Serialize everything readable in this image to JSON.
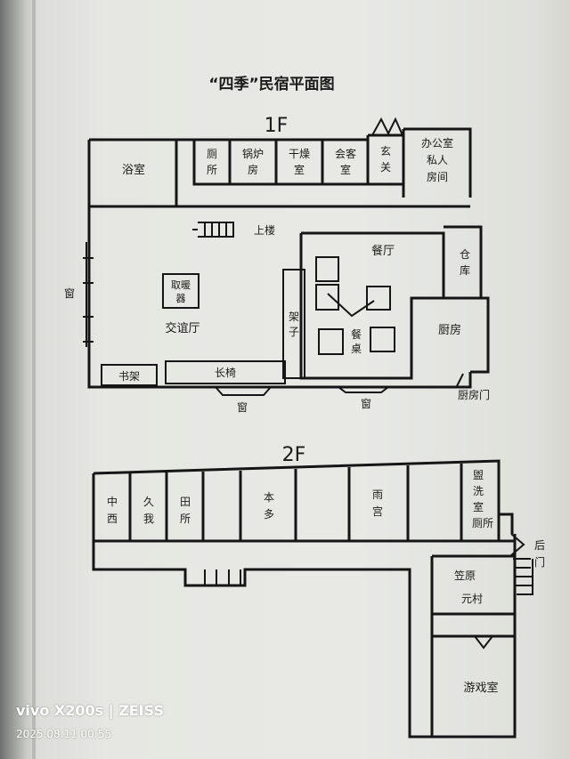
{
  "title": "“四季”民宿平面图",
  "floor1": {
    "label": "1F",
    "rooms": {
      "bath": "浴室",
      "toilet": [
        "厕",
        "所"
      ],
      "boiler": [
        "锅炉",
        "房"
      ],
      "dry": [
        "干燥",
        "室"
      ],
      "guest": [
        "会客",
        "室"
      ],
      "entry": [
        "玄",
        "关"
      ],
      "office": [
        "办公室",
        "私人",
        "房间"
      ],
      "upstairs": "上楼",
      "heater": [
        "取暖",
        "器"
      ],
      "lounge": "交谊厅",
      "window_left": "窗",
      "bookshelf": "书架",
      "bench": "长椅",
      "shelf": [
        "架",
        "子"
      ],
      "dining": "餐厅",
      "table": [
        "餐",
        "桌"
      ],
      "storage": [
        "仓",
        "库"
      ],
      "kitchen": "厨房",
      "window_b1": "窗",
      "window_b2": "窗",
      "kitchen_door": "厨房门"
    }
  },
  "floor2": {
    "label": "2F",
    "rooms": [
      [
        "中",
        "西"
      ],
      [
        "久",
        "我"
      ],
      [
        "田",
        "所"
      ],
      [
        "本",
        "多"
      ],
      [
        "雨",
        "宫"
      ]
    ],
    "washroom": [
      "盥",
      "洗",
      "室"
    ],
    "wc": "厕所",
    "back_door": [
      "后",
      "门"
    ],
    "kasahara": [
      "笠原",
      "元村"
    ],
    "game": "游戏室"
  },
  "watermark": {
    "brand": "vivo X200s | ZEISS",
    "timestamp": "2025.08.11 00:55"
  }
}
